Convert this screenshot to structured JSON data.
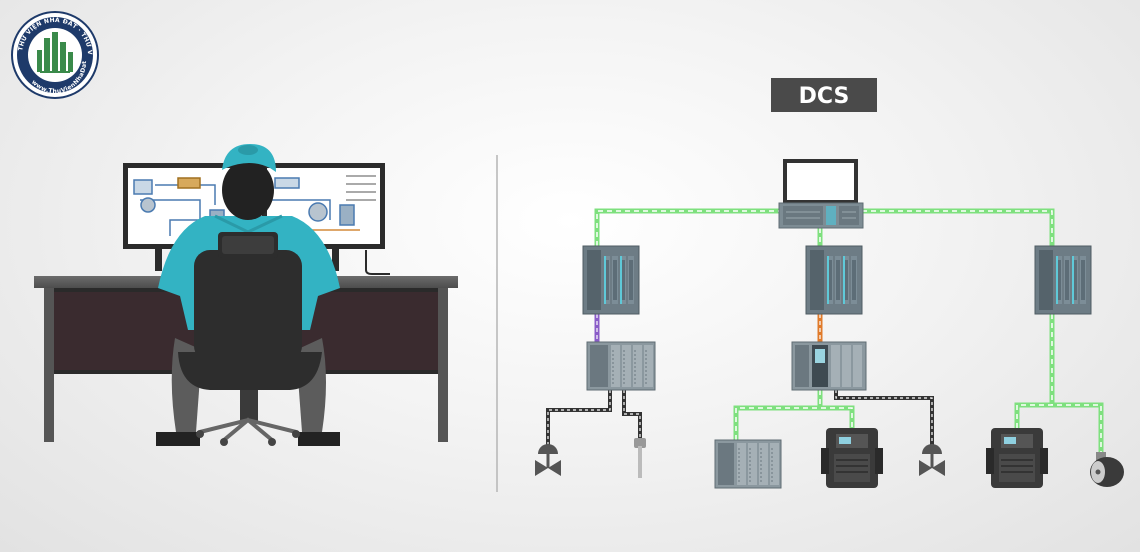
{
  "logo": {
    "ring_text_top": "THƯ VIỆN NHÀ ĐẤT · THƯ VIỆN NHÀ ĐẤT",
    "ring_text_bottom": "www.ThuVienNhaDat.vn"
  },
  "title": "DCS",
  "colors": {
    "bus_green": "#7ee07e",
    "profibus_purple": "#8a5cc8",
    "profinet_orange": "#e07a2a",
    "hart_dashed": "#333333",
    "title_bg": "#4a4a4a",
    "operator_teal": "#33b3c3",
    "logo_green": "#3a8a4a",
    "logo_navy": "#1e3a6a"
  },
  "icons": {
    "operator": "operator-at-workstation",
    "monitor": "monitor-icon",
    "server": "server-rack-icon",
    "controller": "controller-rack-icon",
    "io": "io-module-icon",
    "valve": "valve-icon",
    "sensor": "temperature-sensor-icon",
    "drive": "frequency-drive-icon",
    "encoder": "encoder-icon"
  }
}
